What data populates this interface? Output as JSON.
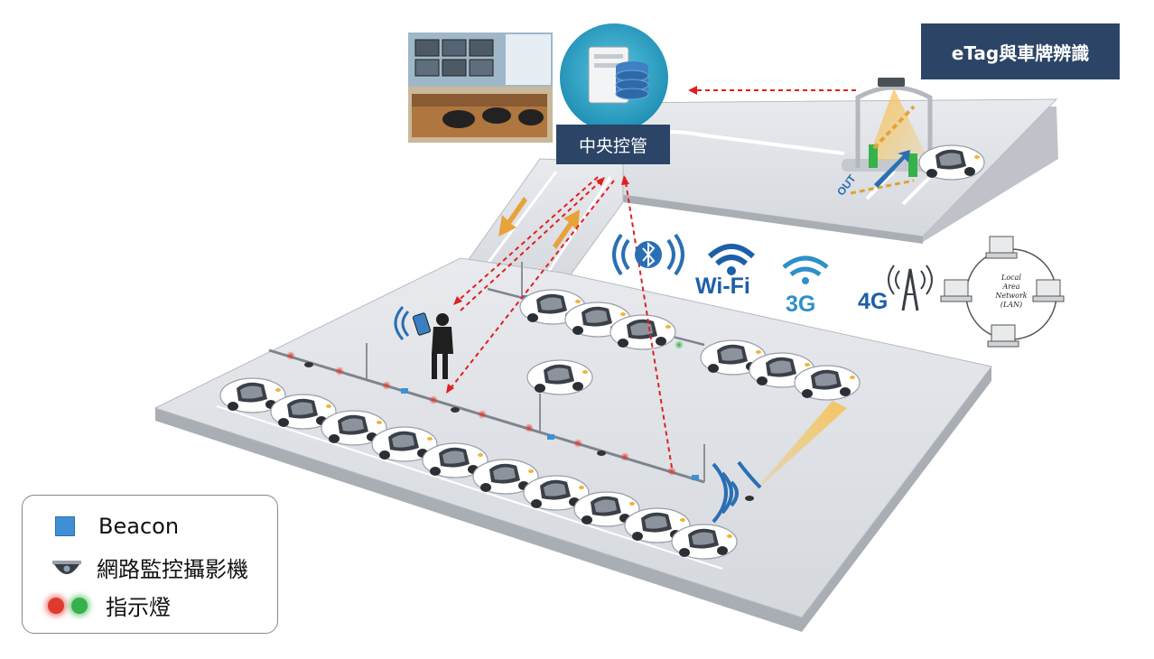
{
  "labels": {
    "central_control": "中央控管",
    "etag_plate": "eTag與車牌辨識"
  },
  "wireless": {
    "wifi": "Wi-Fi",
    "g3": "3G",
    "g4": "4G"
  },
  "lan": {
    "line1": "Local",
    "line2": "Area",
    "line3": "Network",
    "line4": "(LAN)"
  },
  "gate": {
    "out_marking": "OUT"
  },
  "legend": {
    "beacon": "Beacon",
    "camera": "網路監控攝影機",
    "indicator": "指示燈"
  },
  "colors": {
    "label_bg": "#2c4466",
    "floor": "#dfe1e5",
    "floor_edge": "#a9adb4",
    "beacon": "#3f8fd6",
    "indicator_red": "#e03a2f",
    "indicator_green": "#35b24a",
    "arrow_dashed": "#e02020",
    "direction_arrow": "#e8a23a",
    "signal_blue": "#2a6fb4"
  }
}
